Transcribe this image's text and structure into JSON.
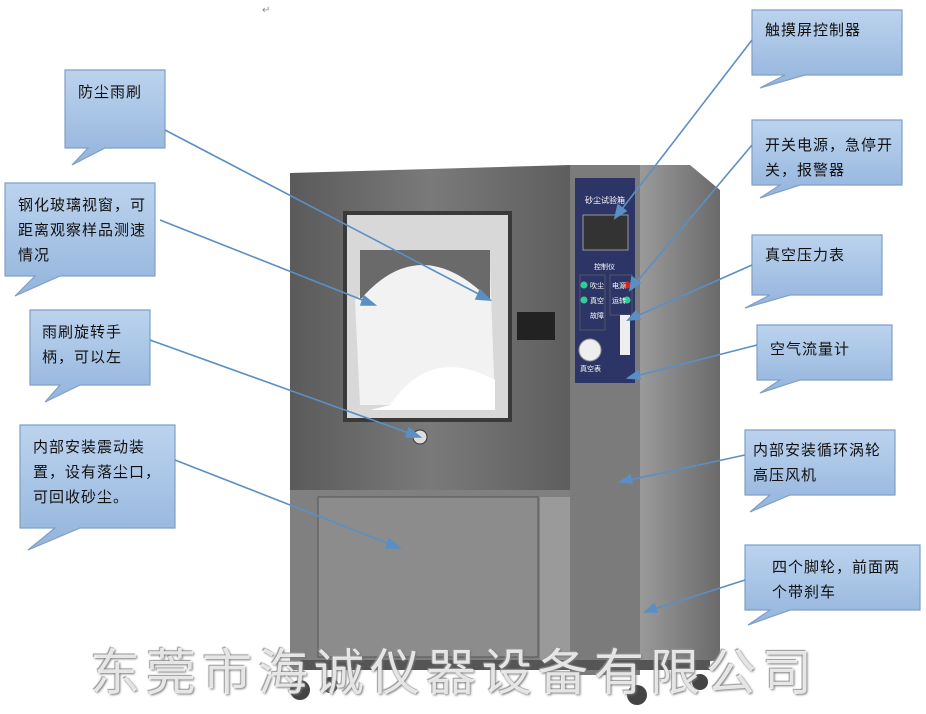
{
  "callouts": [
    {
      "id": "wiper",
      "text": "防尘雨刷"
    },
    {
      "id": "window",
      "text": "钢化玻璃视窗，可距离观察样品测速情况"
    },
    {
      "id": "handle",
      "text": "雨刷旋转手柄，可以左"
    },
    {
      "id": "vibration",
      "text": "内部安装震动装置，设有落尘口，可回收砂尘。"
    },
    {
      "id": "touchscreen",
      "text": "触摸屏控制器"
    },
    {
      "id": "power",
      "text": "开关电源，急停开关，报警器"
    },
    {
      "id": "gauge",
      "text": "真空压力表"
    },
    {
      "id": "flowmeter",
      "text": "空气流量计"
    },
    {
      "id": "blower",
      "text": "内部安装循环涡轮高压风机"
    },
    {
      "id": "casters",
      "text": "四个脚轮，前面两个带刹车"
    }
  ],
  "panel": {
    "title": "砂尘试验箱",
    "controller": "控制仪",
    "buttons": [
      "吹尘",
      "真空",
      "故障",
      "电源",
      "运转"
    ],
    "gauge_label": "真空表"
  },
  "watermark": "东莞市海诚仪器设备有限公司",
  "colors": {
    "callout_fill": "#a9c6e6",
    "callout_border": "#7f9fc6",
    "arrow": "#5b8fc4",
    "panel": "#2c3566",
    "body": "#6e6e6e"
  }
}
